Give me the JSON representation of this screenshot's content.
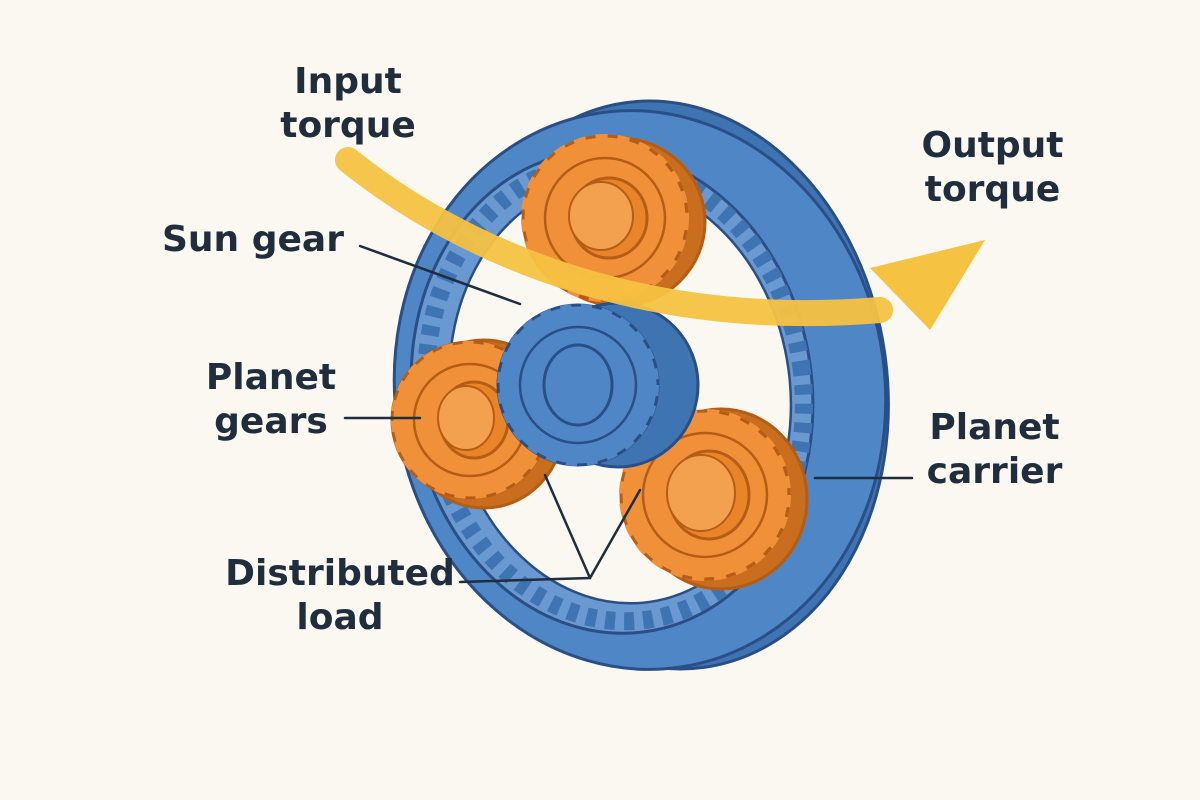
{
  "labels": {
    "input_torque": [
      "Input",
      "torque"
    ],
    "output_torque": [
      "Output",
      "torque"
    ],
    "sun_gear": "Sun gear",
    "planet_gears": [
      "Planet",
      "gears"
    ],
    "planet_carrier": [
      "Planet",
      "carrier"
    ],
    "distributed_load": [
      "Distributed",
      "load"
    ]
  },
  "colors": {
    "background": "#fbf8f2",
    "carrier_ring": "#4f86c6",
    "carrier_ring_outline": "#2a4f86",
    "ring_teeth": "#6a98d0",
    "sun_gear": "#4f86c6",
    "planet_gear": "#f0913a",
    "planet_gear_outline": "#b55d14",
    "torque_arrow": "#f5c242",
    "text": "#1f2d3d"
  },
  "planet_gear_count": 3
}
